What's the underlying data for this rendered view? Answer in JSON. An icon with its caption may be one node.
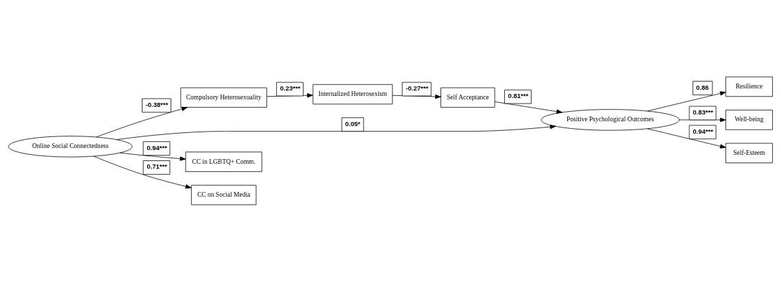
{
  "diagram": {
    "nodes": [
      {
        "text": [
          "Compulsory Heterosexuality"
        ]
      },
      {
        "text": [
          "Internalized Heterosexism"
        ]
      },
      {
        "text": [
          "Self Acceptance"
        ]
      },
      {
        "text": [
          "Online Social Connectedness"
        ]
      },
      {
        "text": [
          "Positive Psychological Outcomes"
        ]
      },
      {
        "text": [
          "CC in LGBTQ+ Comm."
        ]
      },
      {
        "text": [
          "CC on Social Media"
        ]
      },
      {
        "text": [
          "Resilience"
        ]
      },
      {
        "text": [
          "Well-being"
        ]
      },
      {
        "text": [
          "Self-Esteem"
        ]
      }
    ],
    "edges": [
      {
        "from": 3,
        "to": 0,
        "arrow": "to",
        "label": "-0.38***"
      },
      {
        "from": 0,
        "to": 1,
        "arrow": "to",
        "label": "0.23***"
      },
      {
        "from": 1,
        "to": 2,
        "arrow": "to",
        "label": "-0.27***"
      },
      {
        "from": 2,
        "to": 4,
        "arrow": "to",
        "label": "0.81***"
      },
      {
        "from": 3,
        "to": 4,
        "arrow": "to",
        "label": "0.05*"
      },
      {
        "from": 3,
        "to": 5,
        "arrow": "to",
        "label": "0.94***"
      },
      {
        "from": 3,
        "to": 6,
        "arrow": "to",
        "label": "0.71***"
      },
      {
        "from": 4,
        "to": 7,
        "arrow": "to",
        "label": "0.86"
      },
      {
        "from": 4,
        "to": 8,
        "arrow": "to",
        "label": "0.83***"
      },
      {
        "from": 4,
        "to": 9,
        "arrow": "to",
        "label": "0.94***"
      }
    ]
  }
}
